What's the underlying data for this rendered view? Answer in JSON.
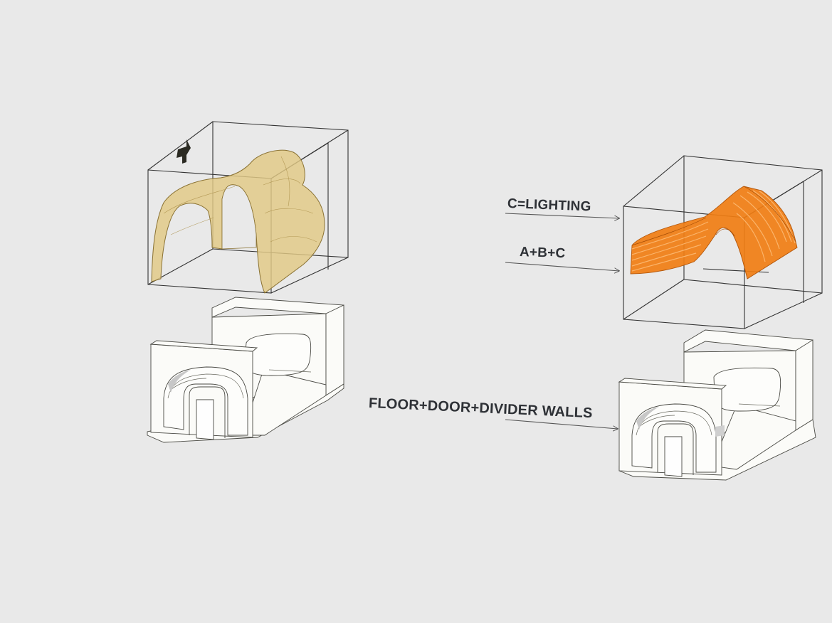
{
  "labels": {
    "lighting": "C=LIGHTING",
    "abc": "A+B+C",
    "floor": "FLOOR+DOOR+DIVIDER WALLS"
  },
  "colors": {
    "background": "#e9e9e9",
    "shell_fill": "#e2c985",
    "shell_stroke": "#8a7233",
    "lighting_fill": "#f07d12",
    "lighting_stroke": "#b3560a",
    "wall_fill": "#fbfbf8",
    "line": "#3a3a3a",
    "text": "#2e3136"
  },
  "icons": {
    "north_marker": "arrow-marker-icon"
  }
}
